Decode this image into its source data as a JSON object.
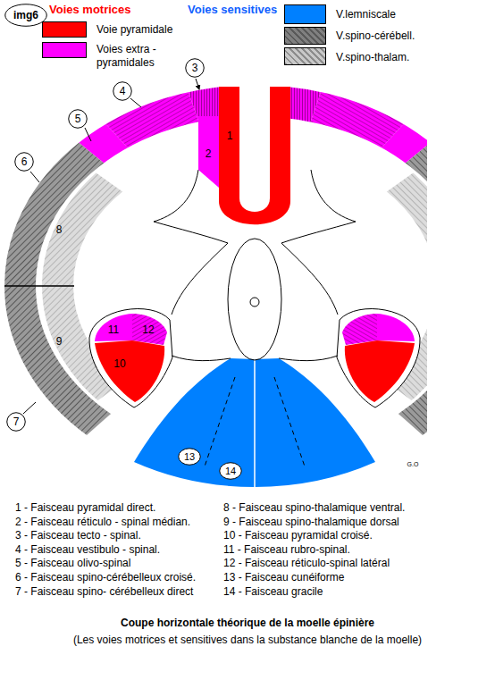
{
  "diagram": {
    "caption": "Coupe horizontale théorique de la moelle épinière",
    "nodes": [
      {
        "text": [
          "img6"
        ]
      },
      {
        "text": [
          "3"
        ]
      },
      {
        "text": [
          "4"
        ]
      },
      {
        "text": [
          "5"
        ]
      },
      {
        "text": [
          "6"
        ]
      },
      {
        "text": [
          "7"
        ]
      },
      {
        "text": [
          "13"
        ]
      },
      {
        "text": [
          "14"
        ]
      }
    ],
    "labels": [
      "Voies motrices",
      "Voies sensitives",
      "1",
      "2",
      "8",
      "11",
      "12",
      "9",
      "10",
      "G.O",
      "1 - Faisceau pyramidal direct.",
      "2 - Faisceau réticulo - spinal médian.",
      "3 - Faisceau tecto - spinal.",
      "4 - Faisceau vestibulo - spinal.",
      "5 - Faisceau olivo-spinal",
      "6 - Faisceau spino-cérébelleux croisé.",
      "7 - Faisceau spino- cérébelleux direct",
      "8 - Faisceau spino-thalamique ventral.",
      "9 - Faisceau spino-thalamique dorsal",
      "10 - Faisceau pyramidal croisé.",
      "11 - Faisceau rubro-spinal.",
      "12 - Faisceau réticulo-spinal latéral",
      "13 - Faisceau cunéiforme",
      "14 - Faisceau gracile",
      "(Les voies motrices et sensitives dans la substance blanche de la moelle)"
    ],
    "legend": [
      {
        "text": "Voie pyramidale",
        "color": "#ff0000"
      },
      {
        "text": "Voies extra - pyramidales",
        "color": "#ff00ff"
      },
      {
        "text": "V.lemniscale",
        "color": "#0080ff"
      },
      {
        "text": "V.spino-cérébell.",
        "color": "#808080"
      },
      {
        "text": "V.spino-thalam.",
        "color": "#c8c8c8"
      }
    ]
  }
}
